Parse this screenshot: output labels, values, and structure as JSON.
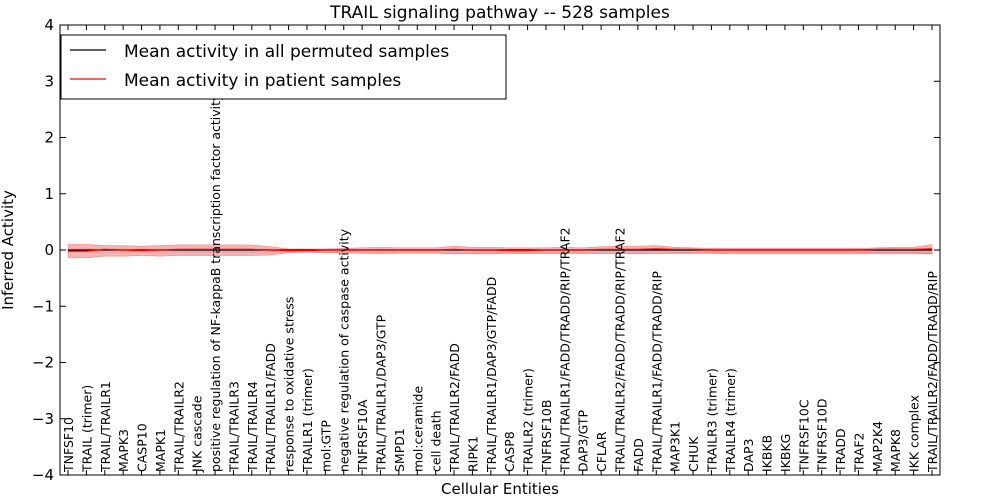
{
  "chart_data": {
    "type": "line",
    "title": "TRAIL signaling pathway -- 528 samples",
    "xlabel": "Cellular Entities",
    "ylabel": "Inferred Activity",
    "ylim": [
      -4,
      4
    ],
    "yticks": [
      "4",
      "3",
      "2",
      "1",
      "0",
      "−1",
      "−2",
      "−3",
      "−4"
    ],
    "grid": false,
    "legend_position": "top-left",
    "categories": [
      "TNFSF10",
      "TRAIL (trimer)",
      "TRAIL/TRAILR1",
      "MAPK3",
      "CASP10",
      "MAPK1",
      "TRAIL/TRAILR2",
      "JNK cascade",
      "positive regulation of NF-kappaB transcription factor activity",
      "TRAIL/TRAILR3",
      "TRAIL/TRAILR4",
      "TRAIL/TRAILR1/FADD",
      "response to oxidative stress",
      "TRAILR1 (trimer)",
      "mol:GTP",
      "negative regulation of caspase activity",
      "TNFRSF10A",
      "TRAIL/TRAILR1/DAP3/GTP",
      "SMPD1",
      "mol:ceramide",
      "cell death",
      "TRAIL/TRAILR2/FADD",
      "RIPK1",
      "TRAIL/TRAILR1/DAP3/GTP/FADD",
      "CASP8",
      "TRAILR2 (trimer)",
      "TNFRSF10B",
      "TRAIL/TRAILR1/FADD/TRADD/RIP/TRAF2",
      "DAP3/GTP",
      "CFLAR",
      "TRAIL/TRAILR2/FADD/TRADD/RIP/TRAF2",
      "FADD",
      "TRAIL/TRAILR1/FADD/TRADD/RIP",
      "MAP3K1",
      "CHUK",
      "TRAILR3 (trimer)",
      "TRAILR4 (trimer)",
      "DAP3",
      "IKBKB",
      "IKBKG",
      "TNFRSF10C",
      "TNFRSF10D",
      "TRADD",
      "TRAF2",
      "MAP2K4",
      "MAPK8",
      "IKK complex",
      "TRAIL/TRAILR2/FADD/TRADD/RIP"
    ],
    "series": [
      {
        "name": "Mean activity in all permuted samples",
        "color": "#000000",
        "band_color": "#b0b0b0",
        "values": [
          0,
          0,
          0,
          0,
          0,
          0,
          0,
          0,
          0,
          0,
          0,
          0,
          0,
          0,
          0,
          0,
          0,
          0,
          0,
          0,
          0,
          0,
          0,
          0,
          0,
          0,
          0,
          0,
          0,
          0,
          0,
          0,
          0,
          0,
          0,
          0,
          0,
          0,
          0,
          0,
          0,
          0,
          0,
          0,
          0,
          0,
          0,
          0
        ],
        "upper": [
          0.02,
          0.02,
          0.02,
          0.02,
          0.02,
          0.02,
          0.02,
          0.02,
          0.02,
          0.02,
          0.02,
          0.02,
          0.01,
          0.01,
          0.01,
          0.01,
          0.01,
          0.01,
          0.01,
          0.01,
          0.01,
          0.01,
          0.01,
          0.01,
          0.01,
          0.01,
          0.01,
          0.01,
          0.01,
          0.01,
          0.01,
          0.01,
          0.01,
          0.01,
          0.01,
          0.01,
          0.01,
          0.01,
          0.01,
          0.01,
          0.01,
          0.01,
          0.01,
          0.01,
          0.01,
          0.01,
          0.01,
          0.01
        ],
        "lower": [
          -0.04,
          -0.04,
          -0.04,
          -0.04,
          -0.04,
          -0.04,
          -0.04,
          -0.04,
          -0.04,
          -0.04,
          -0.04,
          -0.04,
          -0.03,
          -0.03,
          -0.04,
          -0.04,
          -0.04,
          -0.04,
          -0.04,
          -0.04,
          -0.05,
          -0.06,
          -0.06,
          -0.06,
          -0.06,
          -0.06,
          -0.06,
          -0.06,
          -0.06,
          -0.06,
          -0.06,
          -0.06,
          -0.06,
          -0.06,
          -0.06,
          -0.06,
          -0.07,
          -0.07,
          -0.07,
          -0.07,
          -0.07,
          -0.07,
          -0.07,
          -0.07,
          -0.07,
          -0.07,
          -0.07,
          -0.07
        ]
      },
      {
        "name": "Mean activity in patient samples",
        "color": "#ff0000",
        "band_color": "#f4a0a0",
        "values": [
          -0.02,
          -0.02,
          0.01,
          0.0,
          -0.01,
          0.0,
          0.01,
          0.01,
          0.01,
          0.01,
          0.01,
          0.0,
          -0.01,
          -0.01,
          0.0,
          0.0,
          0.0,
          0.0,
          0.0,
          0.0,
          0.0,
          0.01,
          0.0,
          0.0,
          -0.01,
          -0.01,
          0.0,
          0.0,
          0.0,
          0.01,
          0.01,
          0.01,
          0.02,
          0.01,
          0.01,
          0.0,
          0.0,
          0.0,
          0.0,
          0.0,
          0.0,
          0.0,
          0.0,
          0.0,
          0.01,
          0.01,
          0.01,
          0.02
        ],
        "upper": [
          0.1,
          0.1,
          0.08,
          0.08,
          0.07,
          0.08,
          0.09,
          0.09,
          0.09,
          0.09,
          0.09,
          0.06,
          0.02,
          0.02,
          0.02,
          0.03,
          0.04,
          0.05,
          0.04,
          0.04,
          0.04,
          0.07,
          0.05,
          0.05,
          0.04,
          0.04,
          0.04,
          0.05,
          0.04,
          0.06,
          0.07,
          0.07,
          0.08,
          0.05,
          0.04,
          0.03,
          0.03,
          0.03,
          0.03,
          0.03,
          0.03,
          0.03,
          0.03,
          0.03,
          0.04,
          0.05,
          0.05,
          0.1
        ],
        "lower": [
          -0.14,
          -0.14,
          -0.11,
          -0.11,
          -0.1,
          -0.11,
          -0.1,
          -0.1,
          -0.1,
          -0.1,
          -0.1,
          -0.09,
          -0.05,
          -0.04,
          -0.05,
          -0.05,
          -0.06,
          -0.07,
          -0.06,
          -0.06,
          -0.06,
          -0.07,
          -0.07,
          -0.07,
          -0.06,
          -0.06,
          -0.06,
          -0.06,
          -0.06,
          -0.06,
          -0.06,
          -0.07,
          -0.06,
          -0.05,
          -0.05,
          -0.05,
          -0.05,
          -0.05,
          -0.05,
          -0.05,
          -0.05,
          -0.05,
          -0.05,
          -0.05,
          -0.05,
          -0.05,
          -0.05,
          -0.06
        ]
      }
    ]
  }
}
